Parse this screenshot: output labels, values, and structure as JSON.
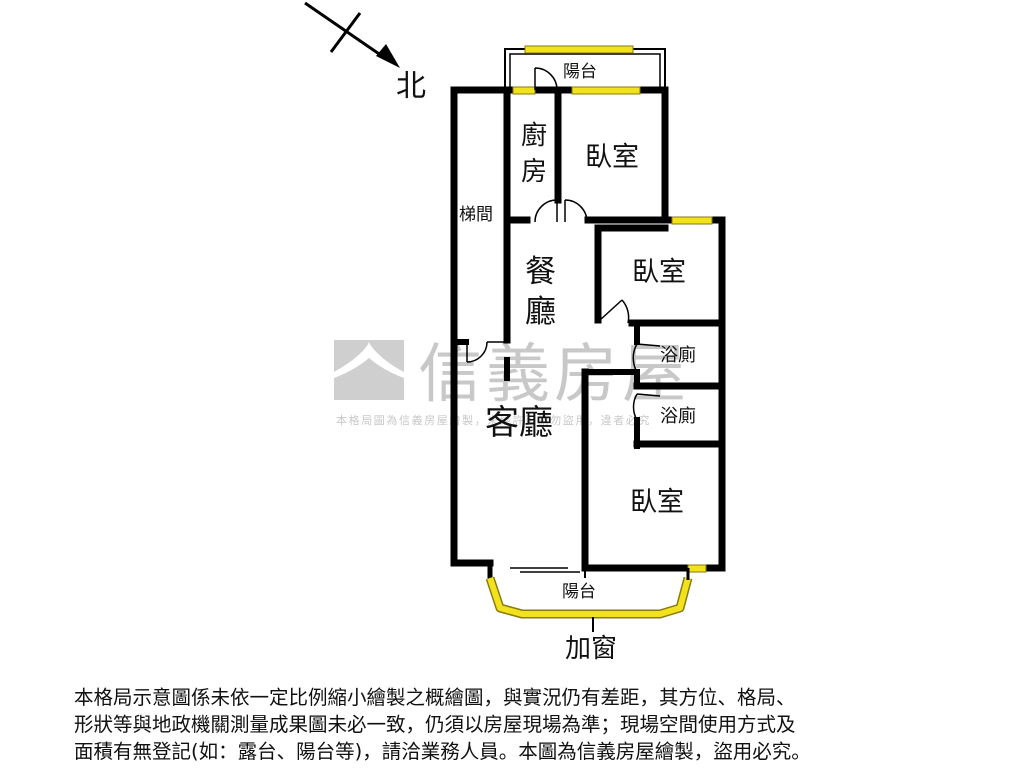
{
  "compass": {
    "north_label": "北"
  },
  "rooms": {
    "balcony_top": "陽台",
    "kitchen_line1": "廚",
    "kitchen_line2": "房",
    "bedroom_top": "臥室",
    "stairwell": "梯間",
    "dining_line1": "餐",
    "dining_line2": "廳",
    "bedroom_middle": "臥室",
    "bathroom_1": "浴廁",
    "bathroom_2": "浴廁",
    "living_room": "客廳",
    "bedroom_bottom": "臥室",
    "balcony_bottom": "陽台",
    "bay_window": "加窗"
  },
  "watermark": {
    "brand": "信義房屋",
    "notice": "本格局圖為信義房屋繪製，未經許可請勿盜用，違者必究"
  },
  "disclaimer": {
    "line1": "本格局示意圖係未依一定比例縮小繪製之概繪圖，與實況仍有差距，其方位、格局、",
    "line2": "形狀等與地政機關測量成果圖未必一致，仍須以房屋現場為準；現場空間使用方式及",
    "line3": "面積有無登記(如：露台、陽台等)，請洽業務人員。本圖為信義房屋繪製，盜用必究。"
  },
  "colors": {
    "wall": "#000000",
    "window": "#f2e21c",
    "window_outline": "#8a7a10",
    "watermark": "#c8c8c8"
  }
}
